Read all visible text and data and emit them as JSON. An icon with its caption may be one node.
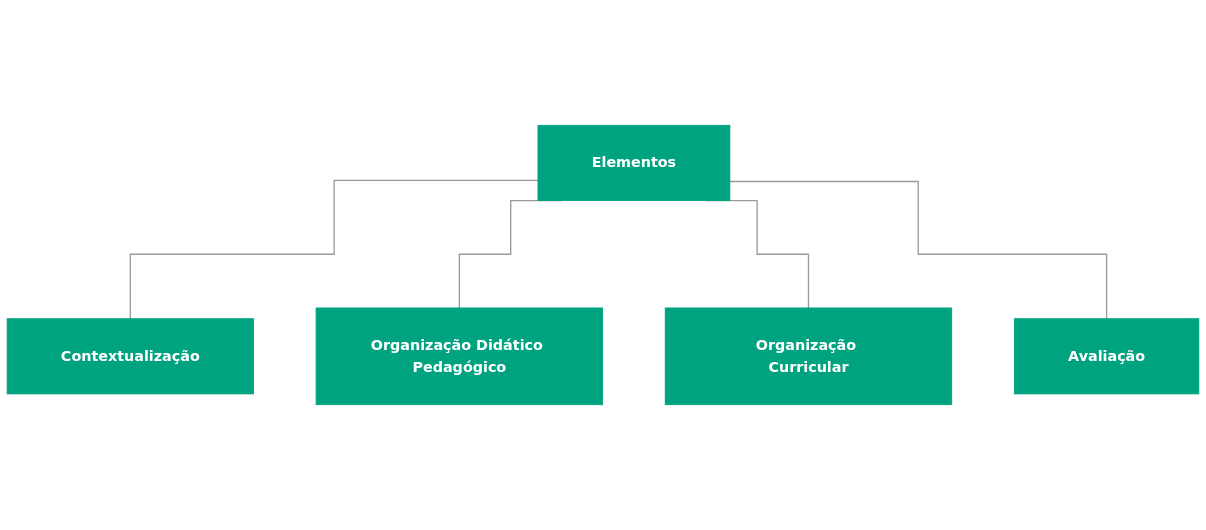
{
  "diagram": {
    "nodes": [
      {
        "text": [
          "Elementos"
        ]
      },
      {
        "text": [
          "Contextualização"
        ]
      },
      {
        "text": [
          "Organização Didático Pedagógico"
        ]
      },
      {
        "text": [
          "Organização Curricular"
        ]
      },
      {
        "text": [
          "Avaliação"
        ]
      }
    ],
    "edges": [
      {
        "from": 0,
        "to": 1,
        "arrow": "none"
      },
      {
        "from": 0,
        "to": 2,
        "arrow": "none"
      },
      {
        "from": 0,
        "to": 3,
        "arrow": "none"
      },
      {
        "from": 0,
        "to": 4,
        "arrow": "none"
      }
    ]
  }
}
